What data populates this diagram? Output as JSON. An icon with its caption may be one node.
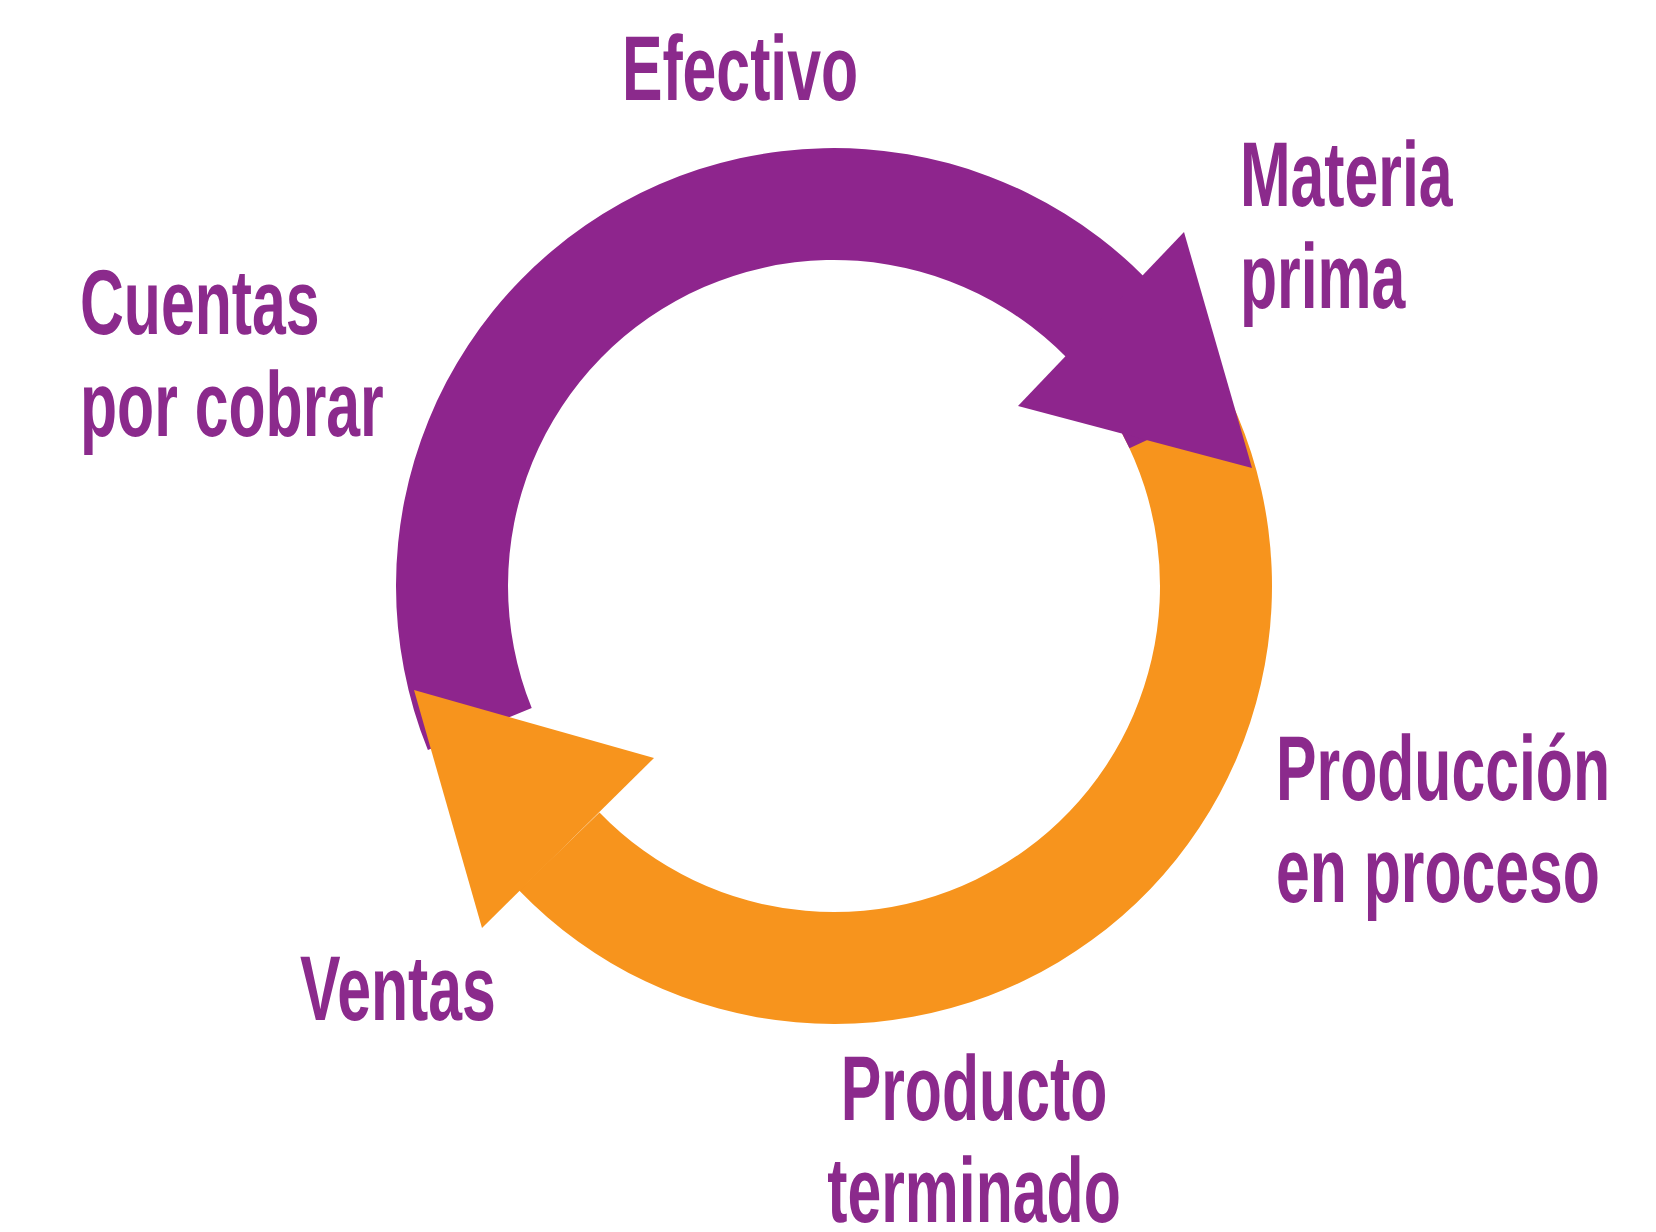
{
  "diagram": {
    "labels": [
      "Efectivo",
      "Materia prima",
      "Cuentas por cobrar",
      "Producción en proceso",
      "Ventas",
      "Producto terminado"
    ]
  }
}
